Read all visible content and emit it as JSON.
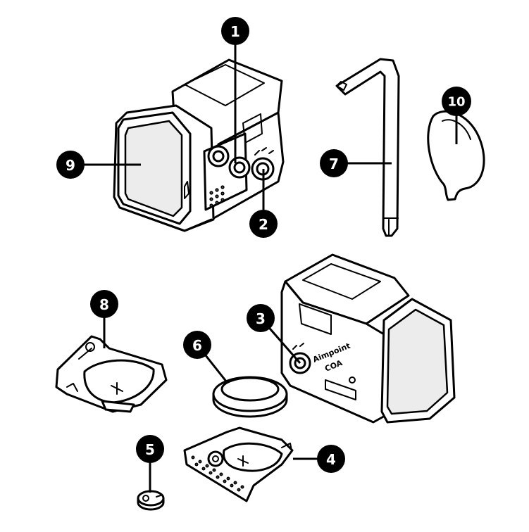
{
  "colors": {
    "line": "#000000",
    "background": "#ffffff",
    "badge_fill": "#000000",
    "badge_text": "#ffffff",
    "lens_shade": "#ececec"
  },
  "parts": [
    {
      "number": "1",
      "name": "Illumination control buttons"
    },
    {
      "number": "2",
      "name": "Battery cap (top view)"
    },
    {
      "number": "3",
      "name": "Battery cap"
    },
    {
      "number": "4",
      "name": "Mount plate"
    },
    {
      "number": "5",
      "name": "Mount screw"
    },
    {
      "number": "6",
      "name": "Spacer ring"
    },
    {
      "number": "7",
      "name": "Torx key"
    },
    {
      "number": "8",
      "name": "Mount plate (alternate)"
    },
    {
      "number": "9",
      "name": "Front lens"
    },
    {
      "number": "10",
      "name": "Lens cover"
    }
  ],
  "sight_logo": "Aimpoint",
  "sight_model": "COA"
}
